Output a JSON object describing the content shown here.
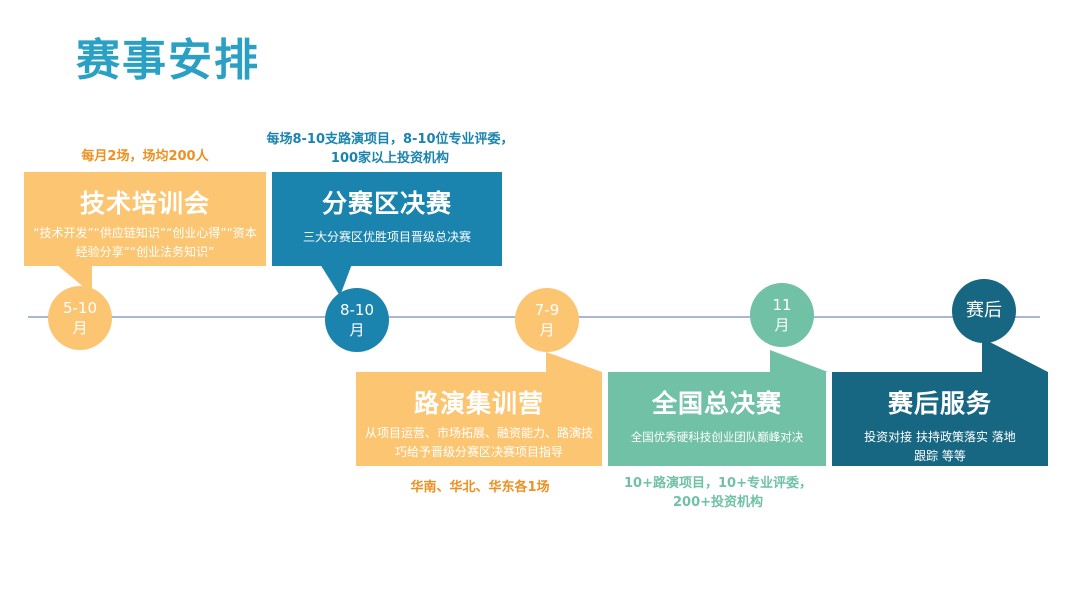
{
  "title": "赛事安排",
  "colors": {
    "title": "#2aa0c4",
    "peach": "#fcc572",
    "blue": "#1a84ae",
    "teal": "#70c1a6",
    "navy": "#176782",
    "orange_text": "#ee9020",
    "timeline": "#a9b8d8"
  },
  "timeline": [
    {
      "line1": "5-10",
      "line2": "月"
    },
    {
      "line1": "8-10",
      "line2": "月"
    },
    {
      "line1": "7-9",
      "line2": "月"
    },
    {
      "line1": "11",
      "line2": "月"
    },
    {
      "line1": "赛后",
      "line2": ""
    }
  ],
  "stages": [
    {
      "heading": "技术培训会",
      "desc": "“技术开发”“供应链知识”“创业心得”“资本经验分享”“创业法务知识”",
      "note": [
        "每月2场，场均200人"
      ]
    },
    {
      "heading": "分赛区决赛",
      "desc": "三大分赛区优胜项目晋级总决赛",
      "note": [
        "每场8-10支路演项目，8-10位专业评委，",
        "100家以上投资机构"
      ]
    },
    {
      "heading": "路演集训营",
      "desc": "从项目运营、市场拓展、融资能力、路演技巧给予晋级分赛区决赛项目指导",
      "note": [
        "华南、华北、华东各1场"
      ]
    },
    {
      "heading": "全国总决赛",
      "desc": "全国优秀硬科技创业团队巅峰对决",
      "note": [
        "10+路演项目，10+专业评委，",
        "200+投资机构"
      ]
    },
    {
      "heading": "赛后服务",
      "desc": "投资对接 扶持政策落实 落地跟踪 等等",
      "note": []
    }
  ]
}
